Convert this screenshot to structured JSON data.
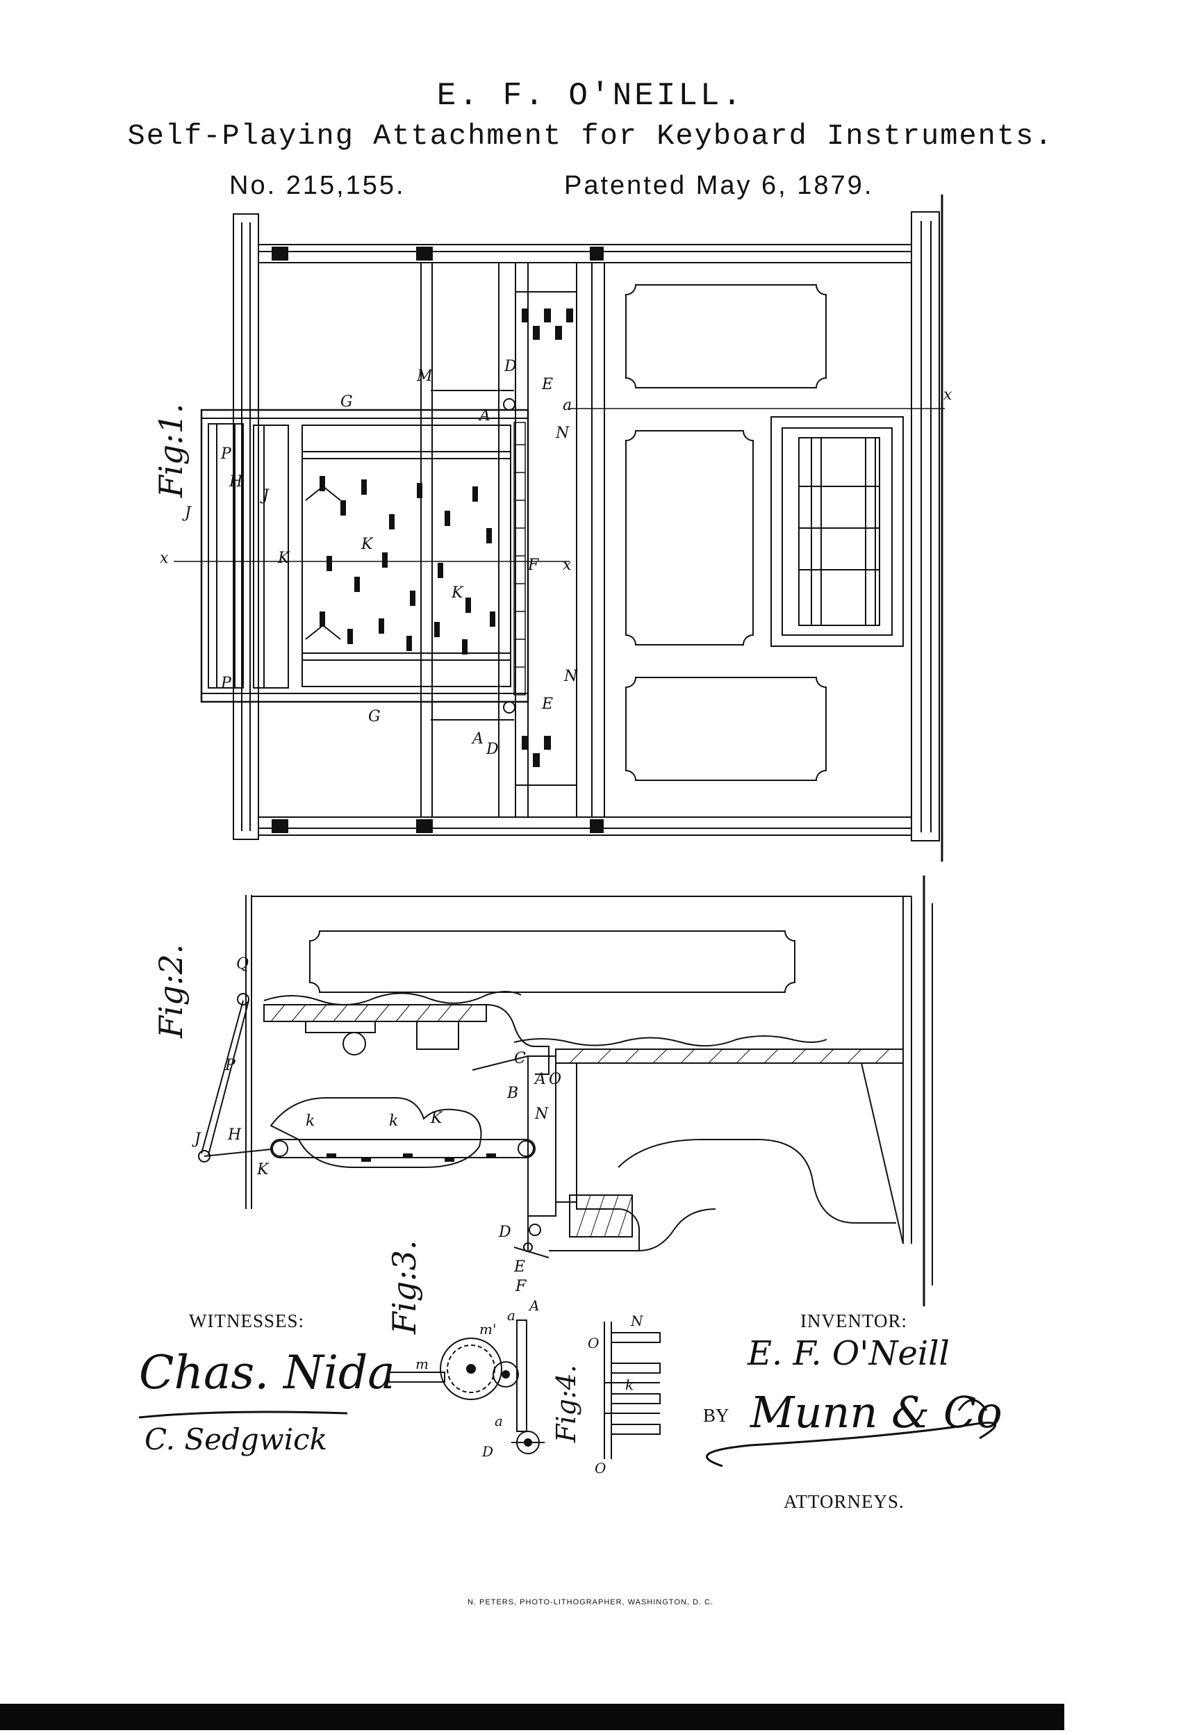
{
  "header": {
    "inventor_name": "E. F. O'NEILL.",
    "invention_title": "Self-Playing Attachment for Keyboard Instruments.",
    "patent_number": "No. 215,155.",
    "patent_date": "Patented May 6, 1879."
  },
  "figures": {
    "fig1": "Fig:1.",
    "fig2": "Fig:2.",
    "fig3": "Fig:3.",
    "fig4": "Fig:4."
  },
  "signatures": {
    "witnesses_label": "WITNESSES:",
    "witness_1": "Chas. Nida",
    "witness_2": "C. Sedgwick",
    "inventor_label": "INVENTOR:",
    "inventor_signature": "E. F. O'Neill",
    "by_label": "BY",
    "attorney_signature": "Munn & Co",
    "attorneys_label": "ATTORNEYS."
  },
  "footer": {
    "lithographer": "N. PETERS, PHOTO-LITHOGRAPHER, WASHINGTON, D. C."
  }
}
